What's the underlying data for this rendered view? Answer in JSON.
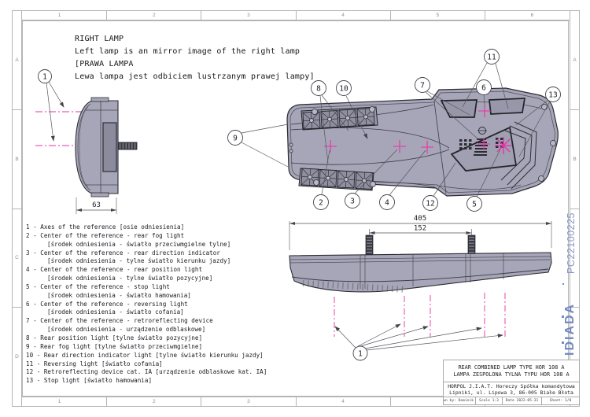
{
  "frame": {
    "top_zones": [
      "1",
      "2",
      "3",
      "4",
      "5",
      "6"
    ],
    "bottom_zones": [
      "1",
      "2",
      "3",
      "4",
      "",
      ""
    ],
    "left_zones": [
      "A",
      "B",
      "C",
      "D"
    ],
    "right_zones": [
      "A",
      "B",
      "",
      ""
    ]
  },
  "header": {
    "line1": "RIGHT LAMP",
    "line2": "Left lamp is an mirror image of the right lamp",
    "line3": "[PRAWA LAMPA",
    "line4": "Lewa lampa jest odbiciem lustrzanym prawej lampy]"
  },
  "legend": {
    "items": [
      {
        "line1": "1 - Axes of the reference [osie odniesienia]"
      },
      {
        "line1": "2 - Center of the reference - rear fog light",
        "line2": "[środek odniesienia - światło przeciwmgielne tylne]"
      },
      {
        "line1": "3 - Center of the reference - rear direction indicator",
        "line2": "[środek odniesienia - tylne światło kierunku jazdy]"
      },
      {
        "line1": "4 - Center of the reference - rear position light",
        "line2": "[środek odniesienia - tylne światło pozycyjne]"
      },
      {
        "line1": "5 - Center of the reference - stop light",
        "line2": "[środek odniesienia - światło hamowania]"
      },
      {
        "line1": "6 - Center of the reference - reversing light",
        "line2": "[środek odniesienia - światło cofania]"
      },
      {
        "line1": "7 - Center of the reference - retroreflecting device",
        "line2": "[środek odniesienia - urządzenie odblaskowe]"
      },
      {
        "line1": "8 - Rear position light [tylne światło pozycyjne]"
      },
      {
        "line1": "9 - Rear fog light [tylne światło przeciwmgielne]"
      },
      {
        "line1": "10 - Rear direction indicator light [tylne światło kierunku jazdy]"
      },
      {
        "line1": "11 - Reversing light [światło cofania]"
      },
      {
        "line1": "12 - Retroreflecting device cat. IA [urządzenie odblaskowe kat. IA]"
      },
      {
        "line1": "13 - Stop light [światło hamowania]"
      }
    ]
  },
  "dimensions": {
    "side_width": "63",
    "bottom_total": "405",
    "bottom_studs": "152"
  },
  "callouts": {
    "n1": "1",
    "n2": "2",
    "n3": "3",
    "n4": "4",
    "n5": "5",
    "n6": "6",
    "n7": "7",
    "n8": "8",
    "n9": "9",
    "n10": "10",
    "n11": "11",
    "n12": "12",
    "n13": "13"
  },
  "title_block": {
    "title_en": "REAR COMBINED LAMP TYPE HOR 108 A",
    "title_pl": "LAMPA ZESPOLONA TYLNA TYPU HOR 108 A",
    "company_line1": "HORPOL J.I.A.T. Horeczy Spółka komandytowa",
    "company_line2": "Lipniki, ul. Lipowa 3, 86-005 Białe Błota",
    "drawn_by": "Drawn by:  Dominik Bąk",
    "scale": "Scale  1:3",
    "date": "Date  2022-05-31",
    "sheet": "Sheet: 1/8"
  },
  "side_text": {
    "part_code": "PC22100225",
    "logo": "IDIADA"
  },
  "colors": {
    "magenta_axis": "#e92fa6",
    "blue_text": "#8697c5",
    "logo_blue": "#7389bf",
    "body_fill": "#a7a6b8",
    "line_dark": "#2c2c34",
    "frame_gray": "#b5b5b5"
  }
}
